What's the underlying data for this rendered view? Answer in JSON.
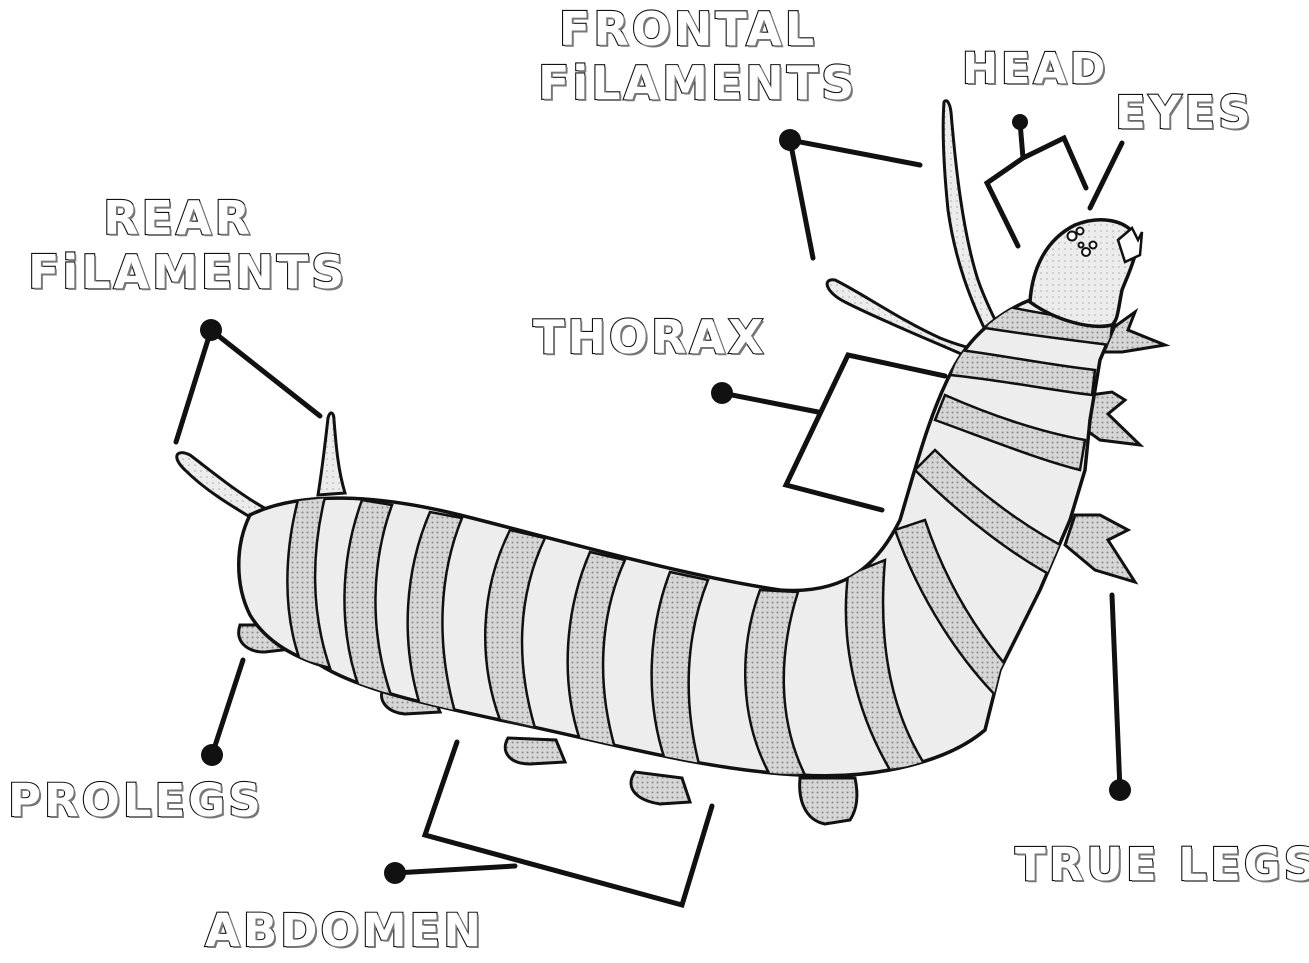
{
  "diagram": {
    "subject": "caterpillar",
    "colors": {
      "outline": "#111111",
      "body_fill": "#e4e4e4",
      "stripe_fill": "#b8b8b8",
      "label_fill": "#ffffff"
    },
    "labels": {
      "frontal_line1": "FRONTAL",
      "frontal_line2": "FiLAMENTS",
      "head": "HEAD",
      "eyes": "EYES",
      "rear_line1": "REAR",
      "rear_line2": "FiLAMENTS",
      "thorax": "THORAX",
      "prolegs": "PROLEGS",
      "true_legs": "TRUE LEGS",
      "abdomen": "ABDOMEN"
    }
  }
}
